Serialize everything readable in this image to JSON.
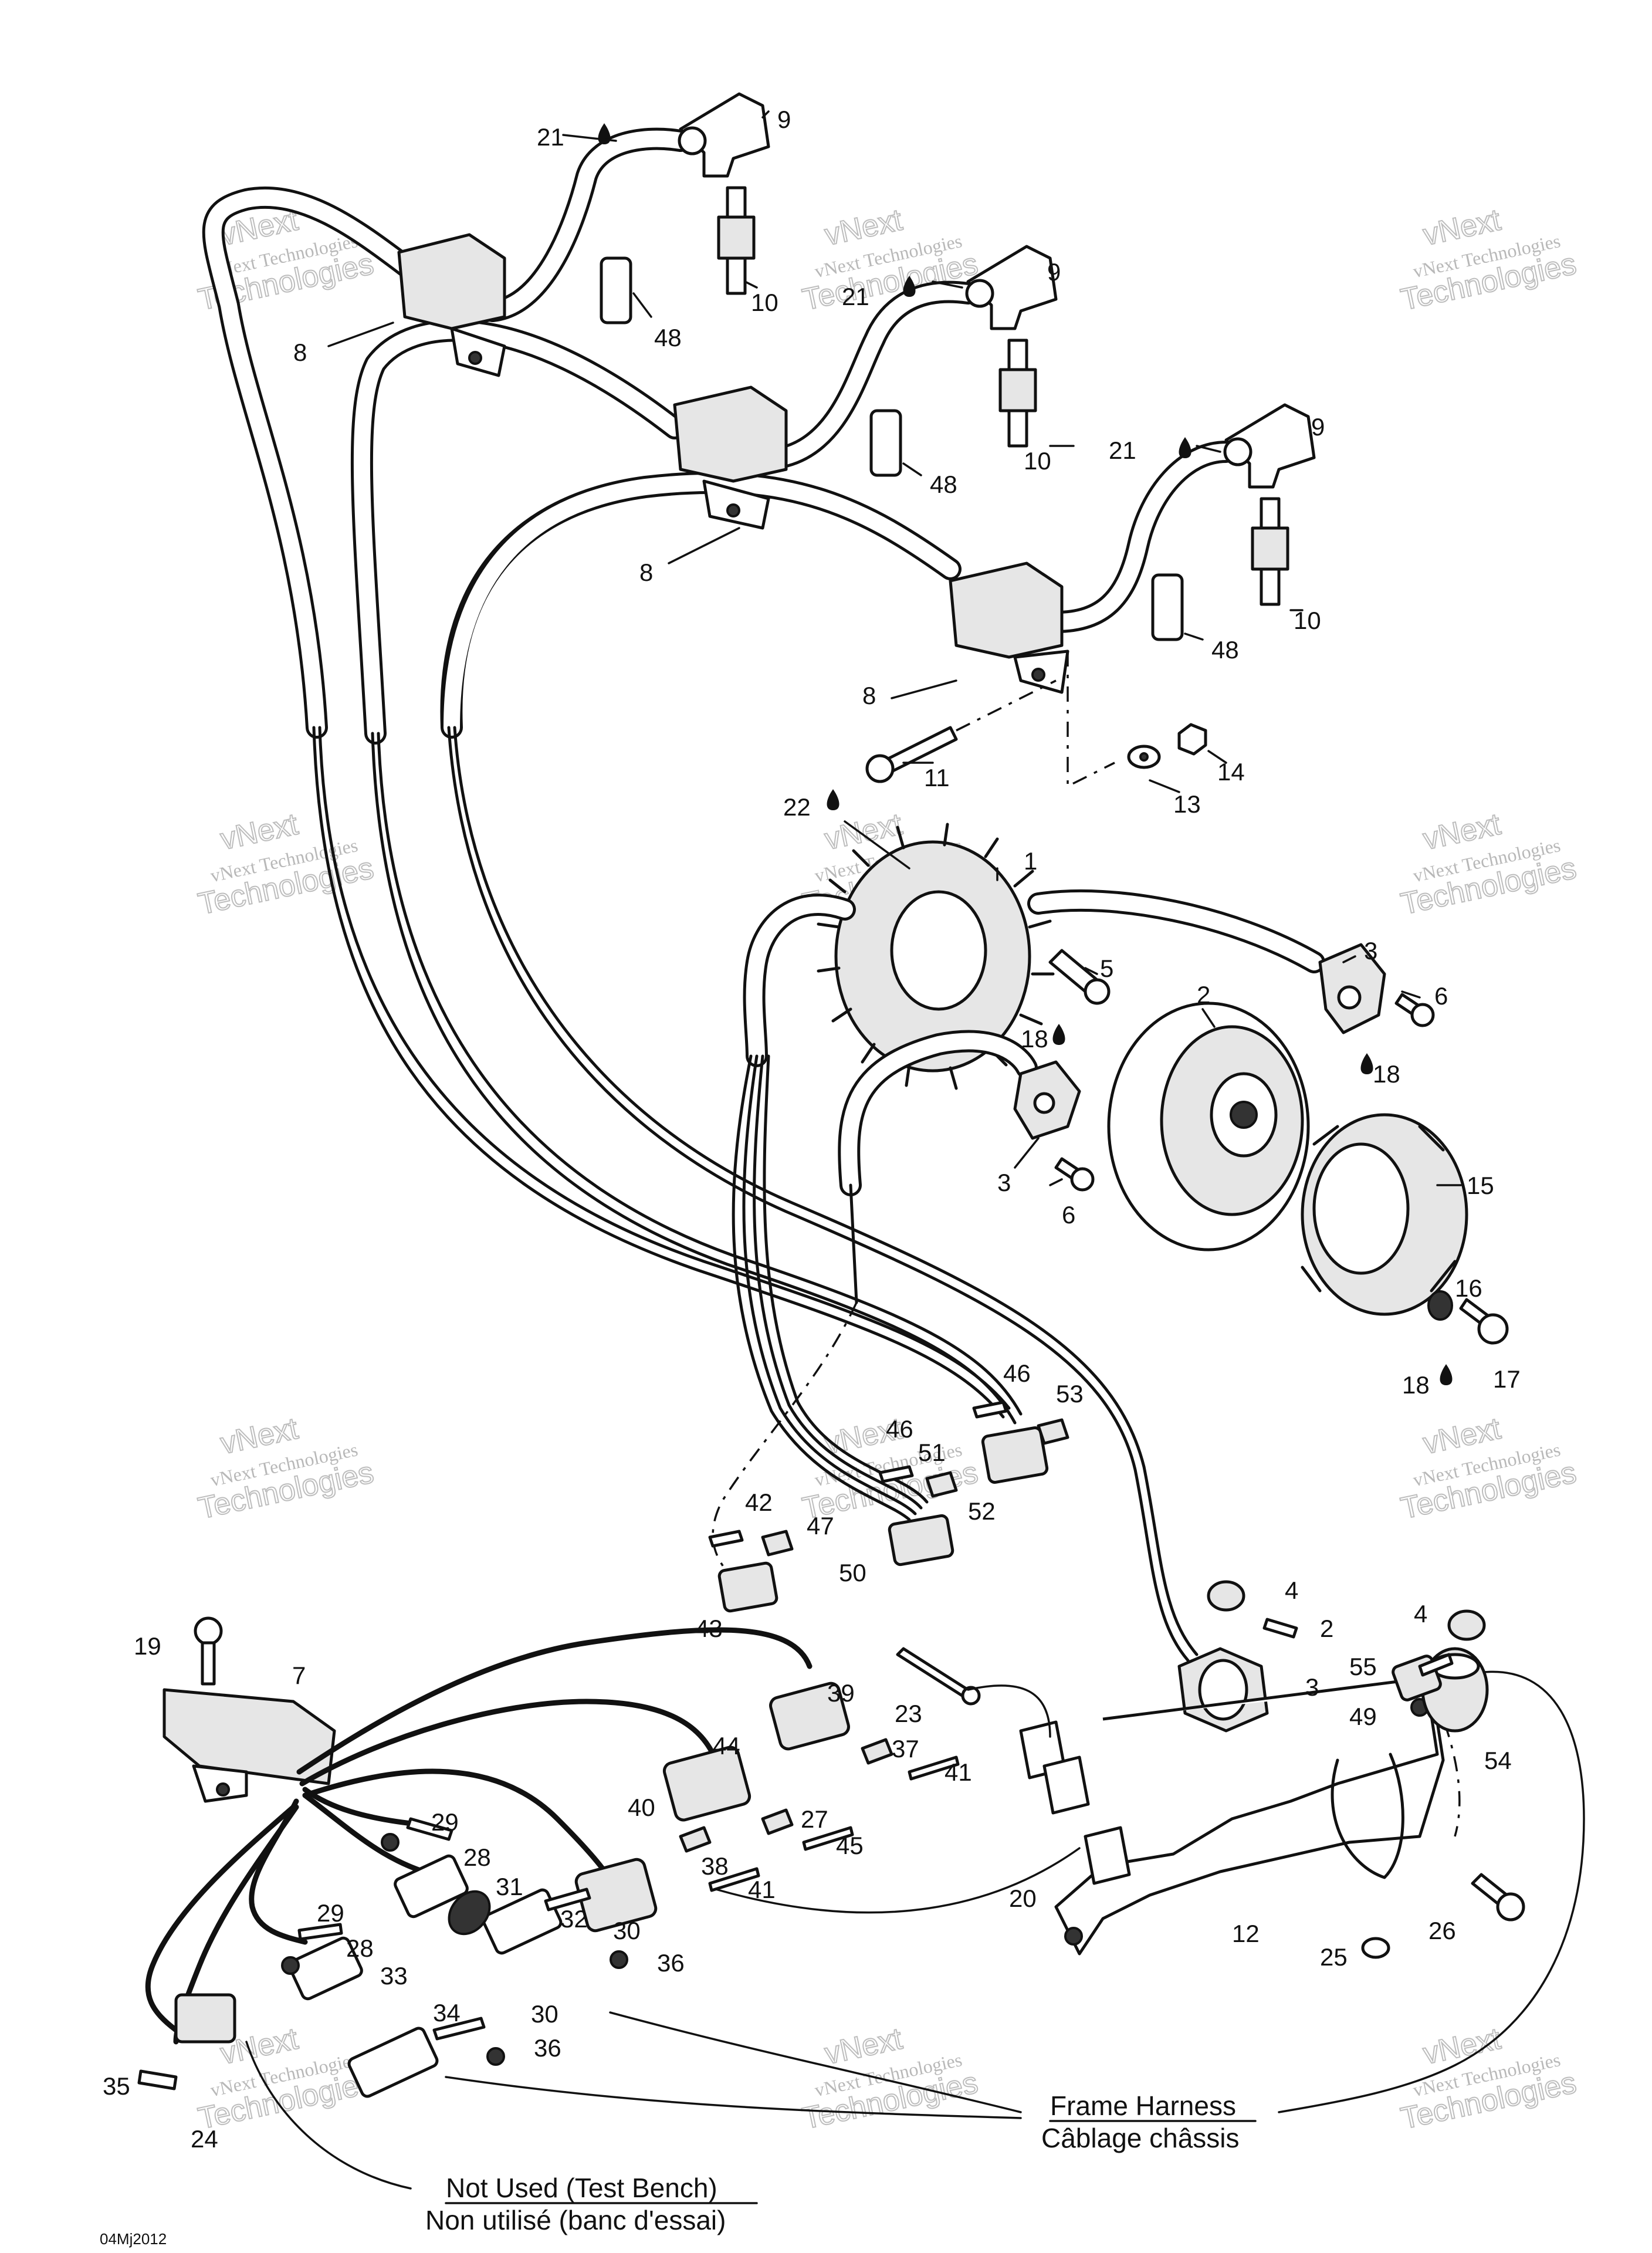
{
  "diagram_code": "04Mj2012",
  "watermark": {
    "line1": "vNext",
    "line2": "vNext Technologies",
    "line3": "Technologies"
  },
  "notes": {
    "frame_harness_en": "Frame Harness",
    "frame_harness_fr": "Câblage châssis",
    "not_used_en": "Not Used (Test Bench)",
    "not_used_fr": "Non utilisé (banc d'essai)"
  },
  "callouts": {
    "c1": "1",
    "c2a": "2",
    "c2b": "2",
    "c3a": "3",
    "c3b": "3",
    "c3c": "3",
    "c4a": "4",
    "c4b": "4",
    "c5": "5",
    "c6a": "6",
    "c6b": "6",
    "c7": "7",
    "c8a": "8",
    "c8b": "8",
    "c8c": "8",
    "c9a": "9",
    "c9b": "9",
    "c9c": "9",
    "c10a": "10",
    "c10b": "10",
    "c10c": "10",
    "c11": "11",
    "c12": "12",
    "c13": "13",
    "c14": "14",
    "c15": "15",
    "c16": "16",
    "c17": "17",
    "c18a": "18",
    "c18b": "18",
    "c18c": "18",
    "c19": "19",
    "c20": "20",
    "c21a": "21",
    "c21b": "21",
    "c21c": "21",
    "c22": "22",
    "c23": "23",
    "c24": "24",
    "c25": "25",
    "c26": "26",
    "c27": "27",
    "c28a": "28",
    "c28b": "28",
    "c29a": "29",
    "c29b": "29",
    "c30a": "30",
    "c30b": "30",
    "c31": "31",
    "c32": "32",
    "c33": "33",
    "c34": "34",
    "c35": "35",
    "c36a": "36",
    "c36b": "36",
    "c37": "37",
    "c38": "38",
    "c39": "39",
    "c40": "40",
    "c41a": "41",
    "c41b": "41",
    "c42": "42",
    "c43": "43",
    "c44": "44",
    "c45": "45",
    "c46a": "46",
    "c46b": "46",
    "c47": "47",
    "c48a": "48",
    "c48b": "48",
    "c48c": "48",
    "c49": "49",
    "c50": "50",
    "c51": "51",
    "c52": "52",
    "c53": "53",
    "c54": "54",
    "c55": "55"
  }
}
